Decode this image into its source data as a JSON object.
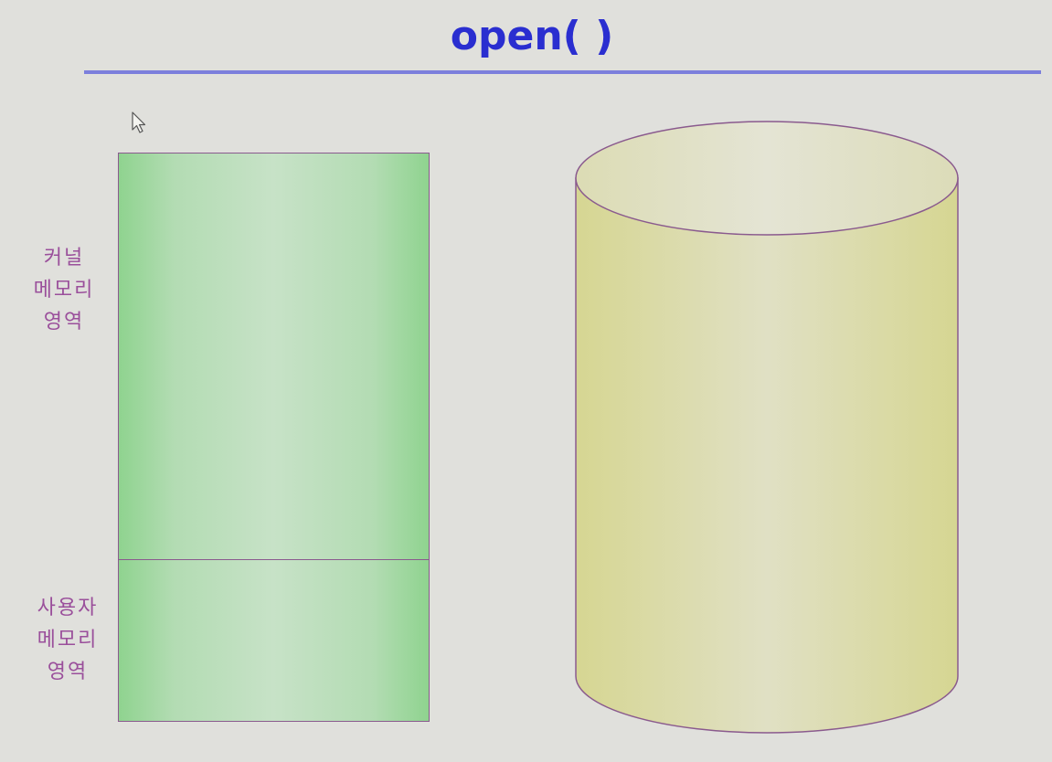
{
  "slide": {
    "title": "open( )"
  },
  "memory": {
    "kernel_label_lines": [
      "커널",
      "메모리",
      "영역"
    ],
    "user_label_lines": [
      "사용자",
      "메모리",
      "영역"
    ]
  },
  "colors": {
    "title": "#2a2ed0",
    "title_rule": "#7c7fdc",
    "memory_fill": "#b3dcb3",
    "disk_fill": "#dcdcaa",
    "outline": "#8a5a8e",
    "label_text": "#9a4f9b",
    "background": "#e0e0dc"
  },
  "icons": {
    "cursor": "mouse-pointer-icon"
  }
}
